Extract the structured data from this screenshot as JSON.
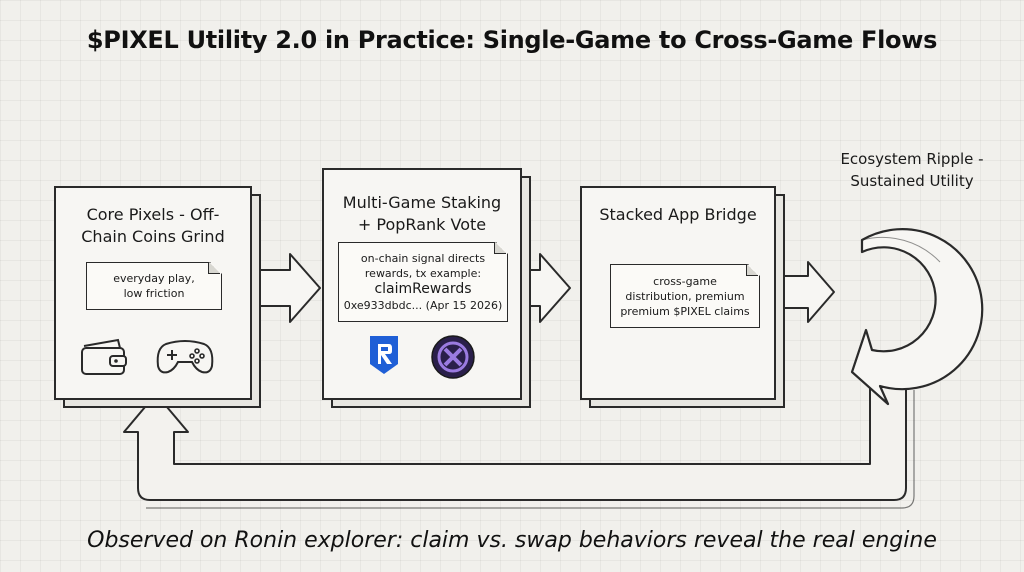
{
  "title": "$PIXEL Utility 2.0 in Practice: Single-Game to Cross-Game Flows",
  "stages": [
    {
      "title": "Core Pixels - Off-Chain Coins Grind",
      "note_lines": [
        "everyday play,",
        "low friction"
      ],
      "icons": [
        "wallet-icon",
        "gamepad-icon"
      ]
    },
    {
      "title": "Multi-Game Staking + PopRank Vote",
      "note_lines": [
        "on-chain signal directs",
        "rewards, tx example:"
      ],
      "note_emphasis": "claimRewards",
      "note_tx": "0xe933dbdc... (Apr 15 2026)",
      "icons": [
        "ronin-logo-icon",
        "pixels-logo-icon"
      ]
    },
    {
      "title": "Stacked App Bridge",
      "note_lines": [
        "cross-game",
        "distribution, premium",
        "premium $PIXEL claims"
      ]
    }
  ],
  "loop_label": "Ecosystem Ripple - Sustained Utility",
  "caption": "Observed on Ronin explorer: claim vs. swap behaviors reveal the real engine",
  "colors": {
    "ronin_blue": "#1f5fd6",
    "pixels_purple": "#2a1f4a",
    "pixels_accent": "#9b7be0"
  }
}
